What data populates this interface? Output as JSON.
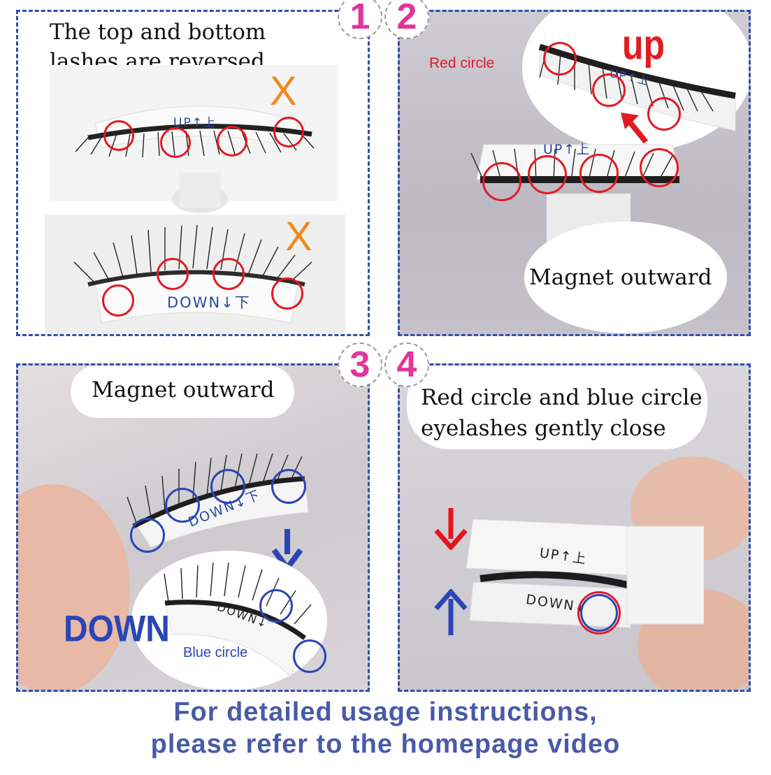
{
  "badges": [
    "1",
    "2",
    "3",
    "4"
  ],
  "panel1": {
    "caption_line1": "The top and bottom",
    "caption_line2": "lashes are reversed",
    "mark_top": "X",
    "mark_bottom": "X",
    "tray_top_label": "UP↑上",
    "tray_bottom_label": "DOWN↓下"
  },
  "panel2": {
    "red_circle_label": "Red circle",
    "up_label": "up",
    "magnet_label": "Magnet outward",
    "tray_label": "UP↑上"
  },
  "panel3": {
    "magnet_label": "Magnet outward",
    "down_label": "DOWN",
    "blue_circle_label": "Blue circle",
    "tray_top_label": "DOWN↓下",
    "tray_bottom_label": "DOWN↓"
  },
  "panel4": {
    "caption_line1": "Red circle and blue circle",
    "caption_line2": "eyelashes gently close",
    "tray_top_label": "UP↑上",
    "tray_bottom_label": "DOWN↓"
  },
  "footer": {
    "line1": "For detailed usage instructions,",
    "line2": "please refer to the homepage video"
  },
  "colors": {
    "frame": "#2f4fa8",
    "badge": "#e0359a",
    "red": "#e21b23",
    "blue": "#2a45b5",
    "mark": "#f08a1c",
    "footer": "#4a5aa6"
  }
}
